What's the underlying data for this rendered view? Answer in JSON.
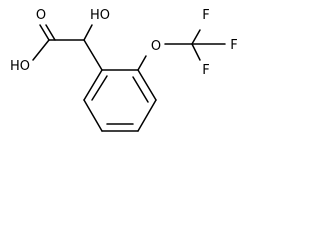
{
  "structure": {
    "atoms": {
      "hydroxyl_top": "HO",
      "hydroxyl_acid": "HO",
      "carbonyl_oxygen": "O",
      "ether_oxygen": "O",
      "fluorine_top": "F",
      "fluorine_right": "F",
      "fluorine_bottom": "F"
    },
    "colors": {
      "bond": "#000000",
      "background": "#ffffff"
    }
  }
}
